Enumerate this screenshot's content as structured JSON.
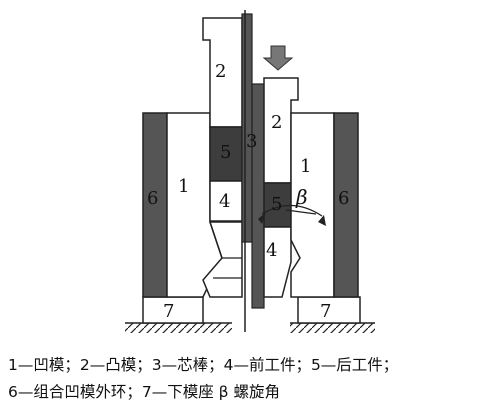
{
  "labels": {
    "left_punch": "2",
    "left_rod": "5",
    "mandrel": "3",
    "left_die": "1",
    "left_ring": "6",
    "left_front": "4",
    "right_punch": "2",
    "right_die": "1",
    "right_back": "5",
    "right_front": "4",
    "right_ring": "6",
    "left_base": "7",
    "right_base": "7",
    "angle": "β"
  },
  "legend": {
    "line1": "1—凹模；2—凸模；3—芯棒；4—前工件；5—后工件；",
    "line2": "6—组合凹模外环；7—下模座 β 螺旋角"
  },
  "colors": {
    "dark": "#555555",
    "darker": "#3d3d3d",
    "outline": "#222222",
    "fill": "#ffffff"
  }
}
